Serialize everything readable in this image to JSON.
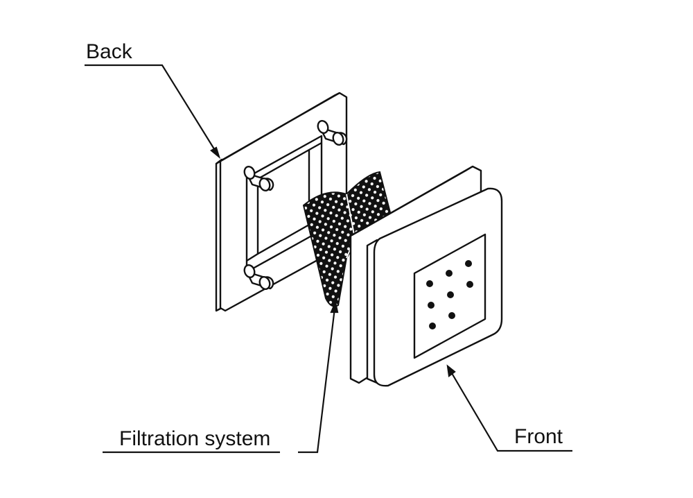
{
  "labels": {
    "back": "Back",
    "filtration": "Filtration system",
    "front": "Front"
  },
  "colors": {
    "stroke": "#111111",
    "fill": "#ffffff",
    "mesh": "#111111"
  },
  "front_plate": {
    "hole_rows": 3,
    "hole_cols": 3,
    "hole_missing": [
      [
        2,
        2
      ]
    ]
  }
}
